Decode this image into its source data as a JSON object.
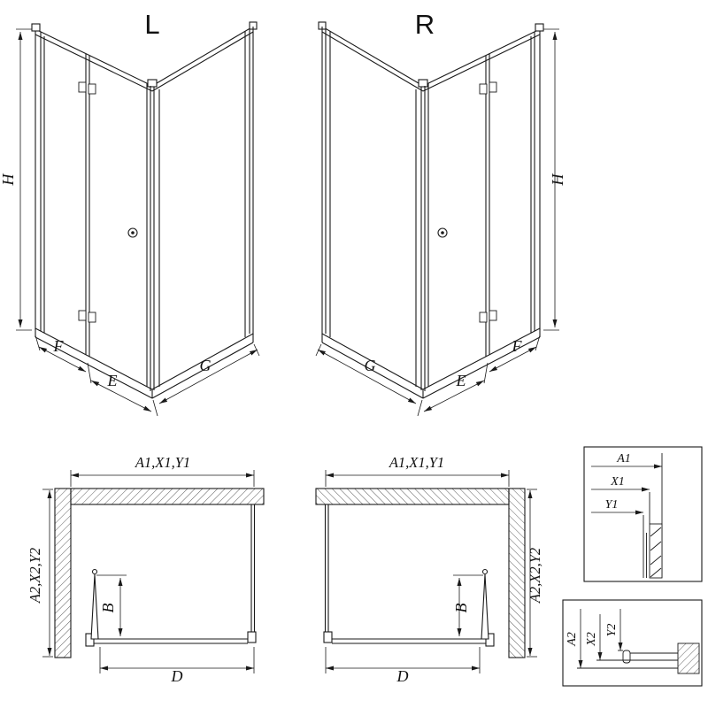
{
  "colors": {
    "line": "#1a1a1a",
    "background": "#ffffff"
  },
  "views": {
    "left3d": {
      "label": "L",
      "h": "H",
      "f": "F",
      "e": "E",
      "g": "G"
    },
    "right3d": {
      "label": "R",
      "h": "H",
      "f": "F",
      "e": "E",
      "g": "G"
    },
    "planLeft": {
      "width": "A1,X1,Y1",
      "depth": "A2,X2,Y2",
      "b": "B",
      "d": "D"
    },
    "planRight": {
      "width": "A1,X1,Y1",
      "depth": "A2,X2,Y2",
      "b": "B",
      "d": "D"
    },
    "detailTop": {
      "a1": "A1",
      "x1": "X1",
      "y1": "Y1"
    },
    "detailBottom": {
      "a2": "A2",
      "x2": "X2",
      "y2": "Y2"
    }
  }
}
